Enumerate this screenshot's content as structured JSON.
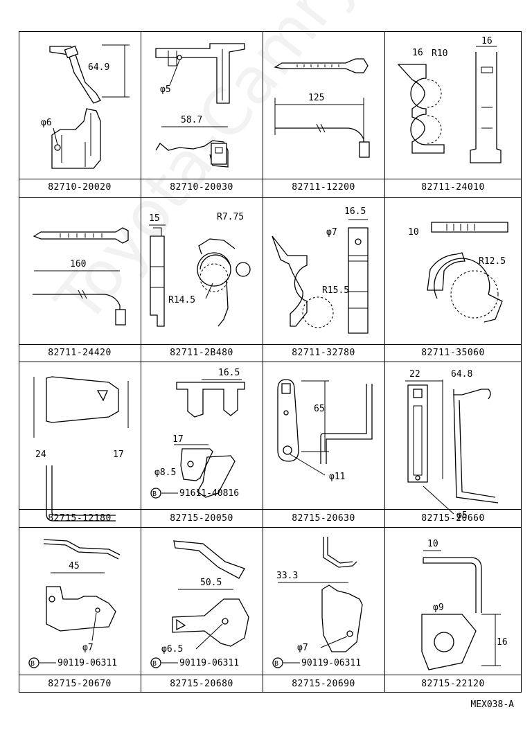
{
  "diagram_ref": "MEX038-A",
  "watermark": "Toyota-Camry.ru",
  "part_prefix_symbol": "B",
  "cells": [
    {
      "part": "82710-20020",
      "labels": {
        "dim_a": "64.9",
        "dim_b": "φ6"
      }
    },
    {
      "part": "82710-20030",
      "labels": {
        "dim_a": "φ5",
        "dim_b": "58.7"
      }
    },
    {
      "part": "82711-12200",
      "labels": {
        "dim_a": "125"
      }
    },
    {
      "part": "82711-24010",
      "labels": {
        "dim_a": "R10",
        "dim_b": "16"
      }
    },
    {
      "part": "82711-24420",
      "labels": {
        "dim_a": "160"
      }
    },
    {
      "part": "82711-2B480",
      "labels": {
        "dim_a": "15",
        "dim_b": "R7.75",
        "dim_c": "R14.5"
      }
    },
    {
      "part": "82711-32780",
      "labels": {
        "dim_a": "16.5",
        "dim_b": "φ7",
        "dim_c": "R15.5"
      }
    },
    {
      "part": "82711-35060",
      "labels": {
        "dim_a": "10",
        "dim_b": "R12.5"
      }
    },
    {
      "part": "82715-12180",
      "labels": {
        "dim_a": "24",
        "dim_b": "17"
      }
    },
    {
      "part": "82715-20050",
      "labels": {
        "dim_a": "16.5",
        "dim_b": "17",
        "dim_c": "φ8.5",
        "sub_part": "91611-40816"
      }
    },
    {
      "part": "82715-20630",
      "labels": {
        "dim_a": "65",
        "dim_b": "φ11"
      }
    },
    {
      "part": "82715-20660",
      "labels": {
        "dim_a": "22",
        "dim_b": "64.8",
        "dim_c": "φ5"
      }
    },
    {
      "part": "82715-20670",
      "labels": {
        "dim_a": "45",
        "dim_b": "φ7",
        "sub_part": "90119-06311"
      }
    },
    {
      "part": "82715-20680",
      "labels": {
        "dim_a": "50.5",
        "dim_b": "φ6.5",
        "sub_part": "90119-06311"
      }
    },
    {
      "part": "82715-20690",
      "labels": {
        "dim_a": "33.3",
        "dim_b": "φ7",
        "sub_part": "90119-06311"
      }
    },
    {
      "part": "82715-22120",
      "labels": {
        "dim_a": "10",
        "dim_b": "φ9",
        "dim_c": "16"
      }
    }
  ]
}
